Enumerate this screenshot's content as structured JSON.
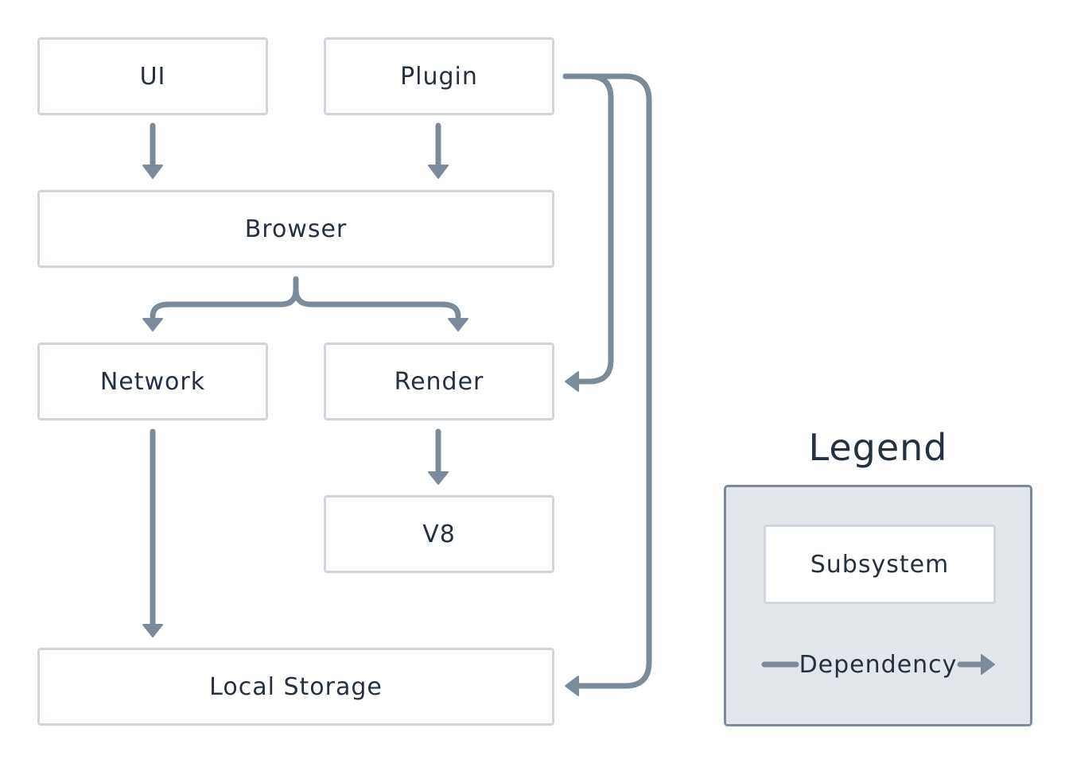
{
  "nodes": {
    "ui": "UI",
    "plugin": "Plugin",
    "browser": "Browser",
    "network": "Network",
    "render": "Render",
    "v8": "V8",
    "local_storage": "Local Storage"
  },
  "legend": {
    "title": "Legend",
    "subsystem_label": "Subsystem",
    "dependency_label": "Dependency"
  },
  "edges": [
    {
      "from": "UI",
      "to": "Browser"
    },
    {
      "from": "Plugin",
      "to": "Browser"
    },
    {
      "from": "Plugin",
      "to": "Render"
    },
    {
      "from": "Plugin",
      "to": "Local Storage"
    },
    {
      "from": "Browser",
      "to": "Network"
    },
    {
      "from": "Browser",
      "to": "Render"
    },
    {
      "from": "Network",
      "to": "Local Storage"
    },
    {
      "from": "Render",
      "to": "V8"
    }
  ],
  "colors": {
    "box_border": "#cfd6dd",
    "edge": "#7c8b99",
    "text": "#253040",
    "legend_background": "#e3e7eb"
  }
}
